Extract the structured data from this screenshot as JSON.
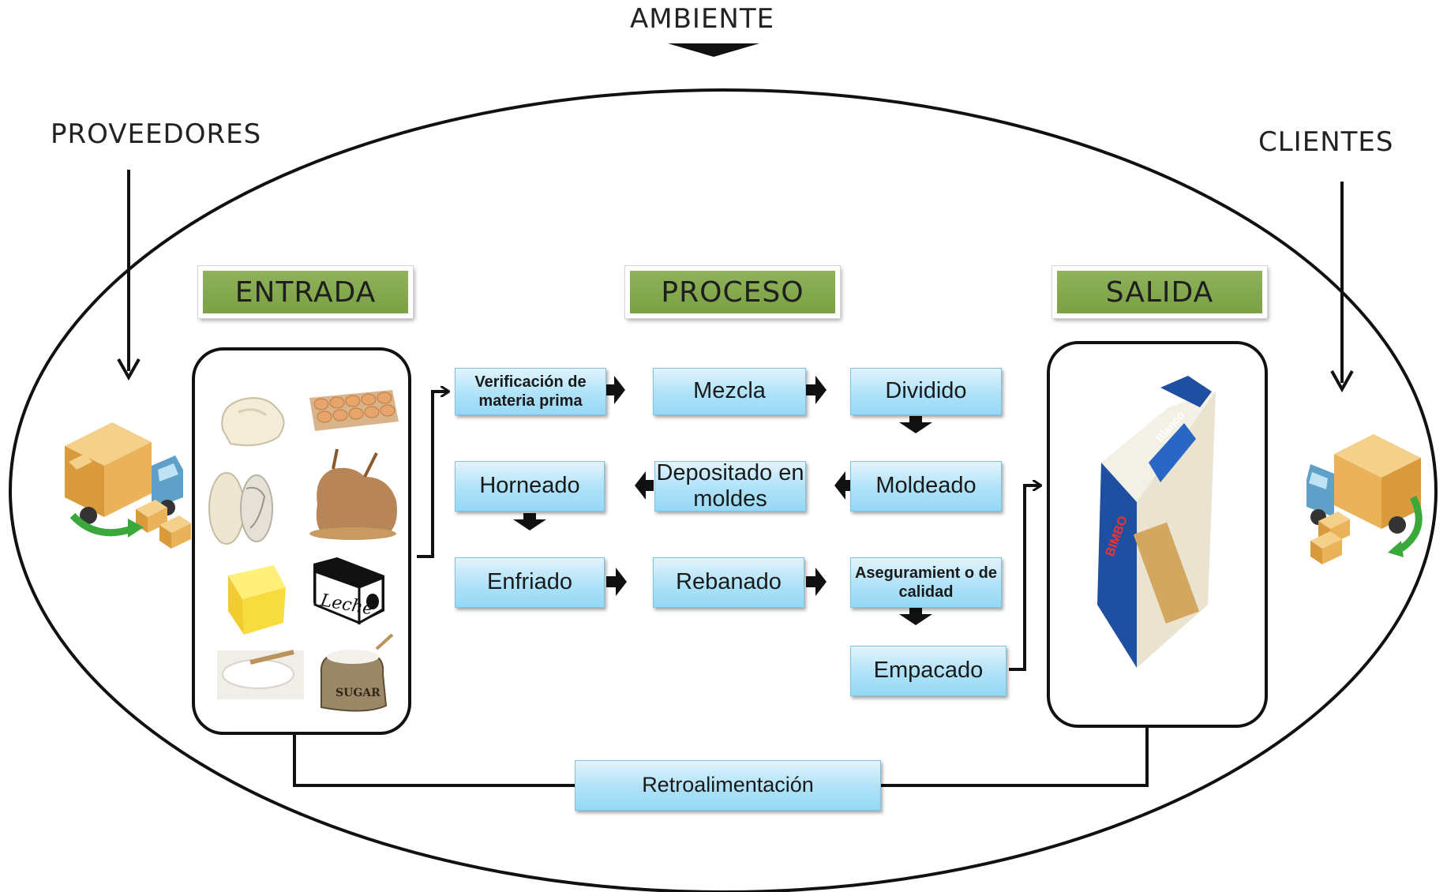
{
  "environment": {
    "label": "AMBIENTE"
  },
  "suppliers": {
    "label": "PROVEEDORES"
  },
  "clients": {
    "label": "CLIENTES"
  },
  "sections": {
    "input": "ENTRADA",
    "process": "PROCESO",
    "output": "SALIDA"
  },
  "steps": {
    "verification": "Verificación de materia prima",
    "mixing": "Mezcla",
    "dividing": "Dividido",
    "molding": "Moldeado",
    "depositing": "Depositado en moldes",
    "baking": "Horneado",
    "cooling": "Enfriado",
    "slicing": "Rebanado",
    "quality": "Aseguramient o de calidad",
    "packing": "Empacado"
  },
  "feedback": {
    "label": "Retroalimentación"
  },
  "input_items": {
    "milk_carton_text": "Leche",
    "sugar_sack_text": "SUGAR"
  },
  "product": {
    "brand_text": "BIMBO",
    "variant_text": "Blanco"
  },
  "colors": {
    "header_green": "#8fb25a",
    "step_blue": "#aee2f8",
    "step_border": "#7cc3e6",
    "line": "#111111"
  },
  "icons": [
    "delivery-truck-icon",
    "egg-tray-icon",
    "flour-sack-icon",
    "butter-icon",
    "milk-carton-icon",
    "sugar-sack-icon",
    "bread-bag-icon"
  ]
}
